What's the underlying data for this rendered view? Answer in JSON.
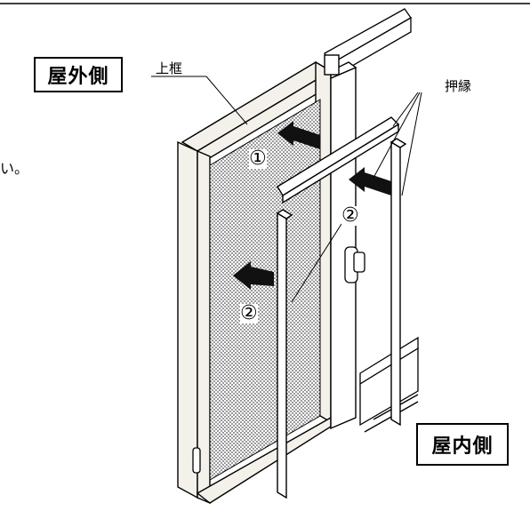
{
  "labels": {
    "outside": "屋外側",
    "inside": "屋内側",
    "top_frame": "上框",
    "stop_bead": "押縁",
    "step1": "①",
    "step2a": "②",
    "step2b": "②",
    "cut_text": "い。"
  },
  "colors": {
    "line": "#000000",
    "frame": "#f4f1ea",
    "mesh": "#9a9a9a",
    "arrow": "#111111"
  }
}
